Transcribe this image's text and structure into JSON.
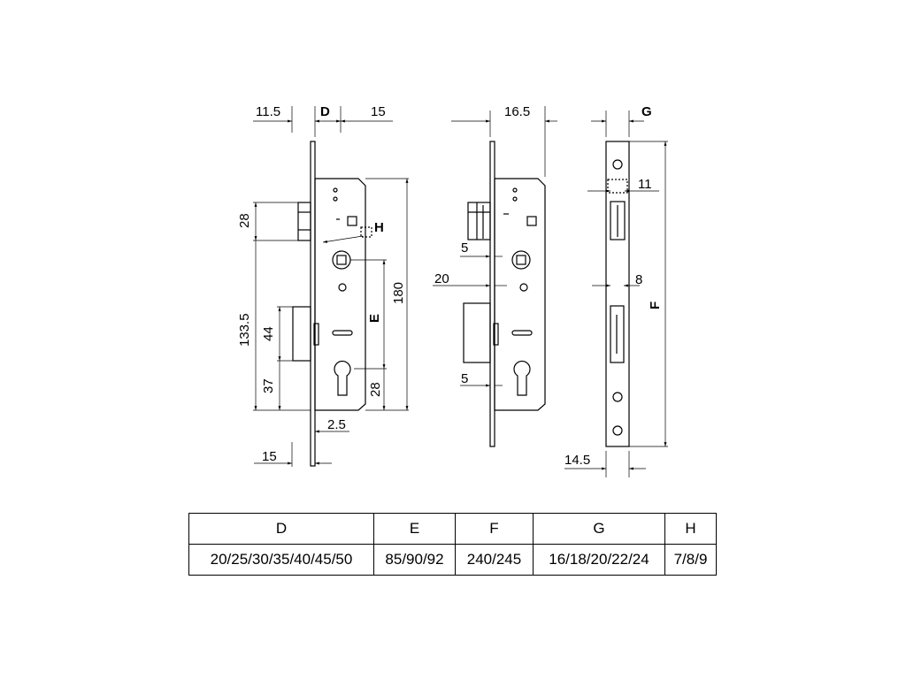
{
  "front_view": {
    "labels": {
      "d_top": "11.5",
      "d_mid": "D",
      "d_right": "15",
      "h28": "28",
      "h_label": "H",
      "h1335": "133.5",
      "h44": "44",
      "h37": "37",
      "e_label": "E",
      "h180": "180",
      "h28b": "28",
      "d25": "2.5",
      "d15b": "15"
    }
  },
  "side_view": {
    "labels": {
      "d165": "16.5",
      "d5a": "5",
      "d20": "20",
      "d5b": "5"
    }
  },
  "faceplate_view": {
    "labels": {
      "g_label": "G",
      "d11": "11",
      "d8": "8",
      "f_label": "F",
      "d145": "14.5"
    }
  },
  "spec_table": {
    "headers": [
      "D",
      "E",
      "F",
      "G",
      "H"
    ],
    "values": [
      "20/25/30/35/40/45/50",
      "85/90/92",
      "240/245",
      "16/18/20/22/24",
      "7/8/9"
    ]
  }
}
